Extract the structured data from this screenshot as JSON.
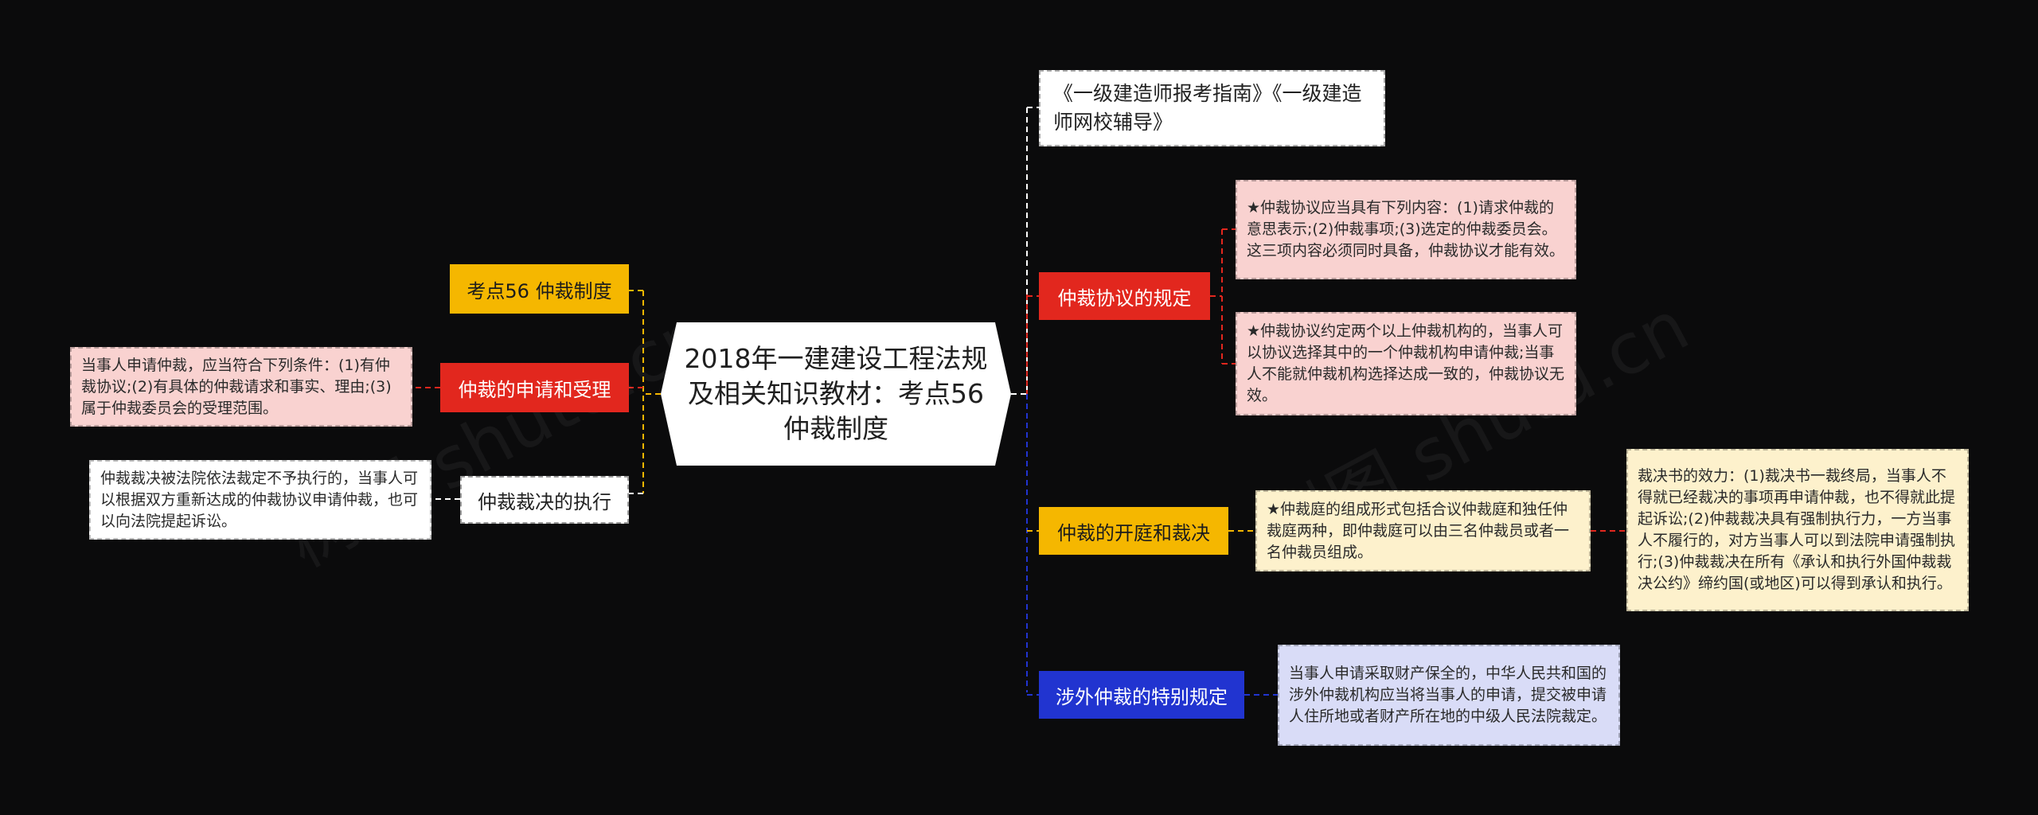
{
  "center": {
    "title": "2018年一建建设工程法规及相关知识教材：考点56 仲裁制度"
  },
  "left": {
    "topic1": "考点56 仲裁制度",
    "topic2": "仲裁的申请和受理",
    "topic2_note": "当事人申请仲裁，应当符合下列条件：(1)有仲裁协议;(2)有具体的仲裁请求和事实、理由;(3)属于仲裁委员会的受理范围。",
    "topic3": "仲裁裁决的执行",
    "topic3_note": "仲裁裁决被法院依法裁定不予执行的，当事人可以根据双方重新达成的仲裁协议申请仲裁，也可以向法院提起诉讼。"
  },
  "right": {
    "guide": "《一级建造师报考指南》《一级建造师网校辅导》",
    "topic1": "仲裁协议的规定",
    "topic1_note1": "★仲裁协议应当具有下列内容：(1)请求仲裁的意思表示;(2)仲裁事项;(3)选定的仲裁委员会。这三项内容必须同时具备，仲裁协议才能有效。",
    "topic1_note2": "★仲裁协议约定两个以上仲裁机构的，当事人可以协议选择其中的一个仲裁机构申请仲裁;当事人不能就仲裁机构选择达成一致的，仲裁协议无效。",
    "topic2": "仲裁的开庭和裁决",
    "topic2_note": "★仲裁庭的组成形式包括合议仲裁庭和独任仲裁庭两种，即仲裁庭可以由三名仲裁员或者一名仲裁员组成。",
    "topic2_sub": "裁决书的效力：(1)裁决书一裁终局，当事人不得就已经裁决的事项再申请仲裁，也不得就此提起诉讼;(2)仲裁裁决具有强制执行力，一方当事人不履行的，对方当事人可以到法院申请强制执行;(3)仲裁裁决在所有《承认和执行外国仲裁裁决公约》缔约国(或地区)可以得到承认和执行。",
    "topic3": "涉外仲裁的特别规定",
    "topic3_note": "当事人申请采取财产保全的，中华人民共和国的涉外仲裁机构应当将当事人的申请，提交被申请人住所地或者财产所在地的中级人民法院裁定。"
  },
  "watermark": [
    "树图 shutu.cn",
    "树图 shutu.cn"
  ],
  "colors": {
    "background": "#0b0b0c",
    "yellow": "#f5b700",
    "red": "#e2271e",
    "blue": "#2134d0",
    "pink_note": "#f9d2d0",
    "cream_note": "#fdf1cc",
    "lavender_note": "#d9dcf7"
  }
}
